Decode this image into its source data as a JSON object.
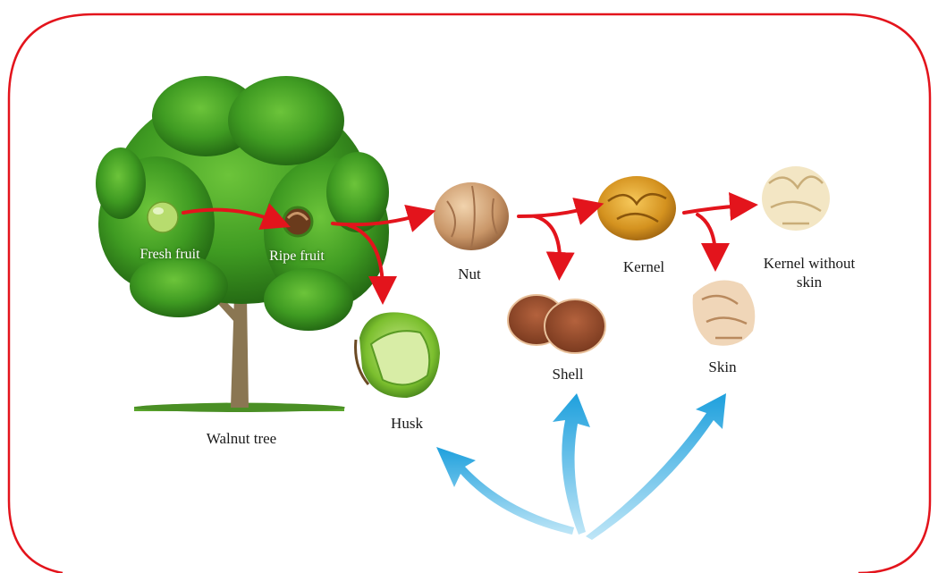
{
  "diagram": {
    "frame_color": "#e3141c",
    "flow_arrow_color": "#e3141c",
    "use_arrow_color": "#29a8e0",
    "labels": {
      "fresh_fruit": "Fresh fruit",
      "ripe_fruit": "Ripe fruit",
      "walnut_tree": "Walnut tree",
      "nut": "Nut",
      "husk": "Husk",
      "shell": "Shell",
      "kernel": "Kernel",
      "skin": "Skin",
      "kernel_without_skin_line1": "Kernel without",
      "kernel_without_skin_line2": "skin"
    }
  }
}
